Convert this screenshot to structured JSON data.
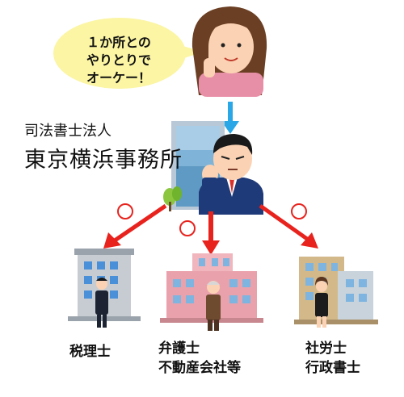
{
  "bubble": {
    "line1": "１か所との",
    "line2": "やりとりで",
    "line3": "オーケー！"
  },
  "firm": {
    "type": "司法書士法人",
    "name": "東京横浜事務所"
  },
  "partners": [
    {
      "lines": [
        "税理士"
      ]
    },
    {
      "lines": [
        "弁護士",
        "不動産会社等"
      ]
    },
    {
      "lines": [
        "社労士",
        "行政書士"
      ]
    }
  ],
  "colors": {
    "bubble_fill": "#fbf5a4",
    "down_arrow": "#29a7e6",
    "red_arrow": "#e8231e",
    "circle_mark": "#e8231e"
  }
}
